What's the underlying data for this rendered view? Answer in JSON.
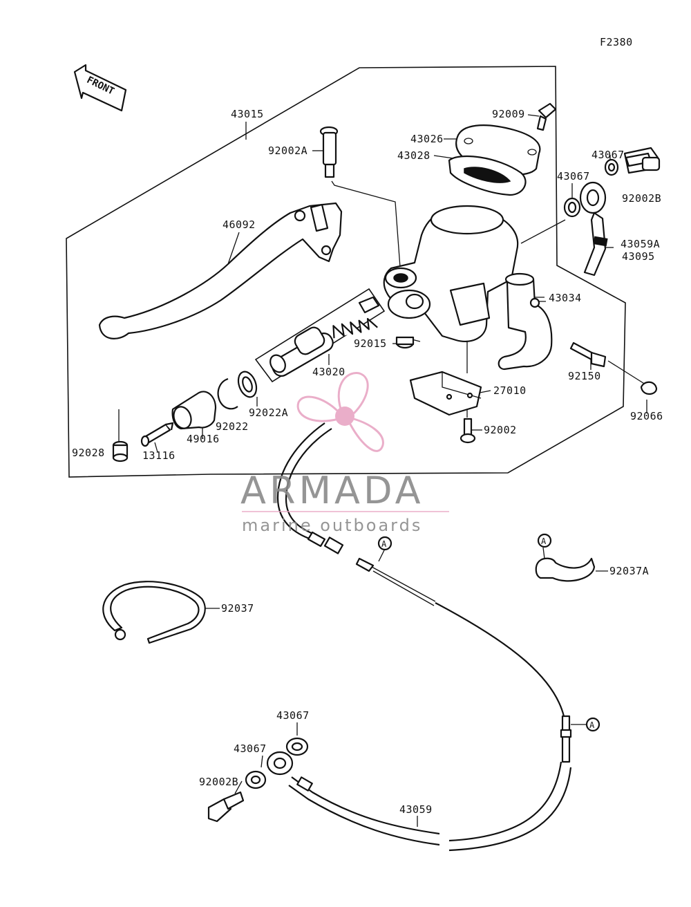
{
  "diagram": {
    "figure_id": "F2380",
    "front_label": "FRONT",
    "ref_marker": "A",
    "labels": {
      "p43015": "43015",
      "p92009": "92009",
      "p43026": "43026",
      "p92002A": "92002A",
      "p43028": "43028",
      "p43067a": "43067",
      "p43067b": "43067",
      "p92002B_top": "92002B",
      "p46092": "46092",
      "p43059A": "43059A",
      "p43095": "43095",
      "p43034": "43034",
      "p92015": "92015",
      "p43020": "43020",
      "p27010": "27010",
      "p92150": "92150",
      "p92022A": "92022A",
      "p92022": "92022",
      "p49016": "49016",
      "p92028": "92028",
      "p13116": "13116",
      "p92002": "92002",
      "p92066": "92066",
      "p92037A": "92037A",
      "p92037": "92037",
      "p43067c": "43067",
      "p43067d": "43067",
      "p92002B_bot": "92002B",
      "p43059": "43059"
    }
  },
  "watermark": {
    "brand": "ARMADA",
    "tagline": "marine outboards",
    "color_pink": "#e8a6c4",
    "color_gray": "#8a8a8a"
  }
}
